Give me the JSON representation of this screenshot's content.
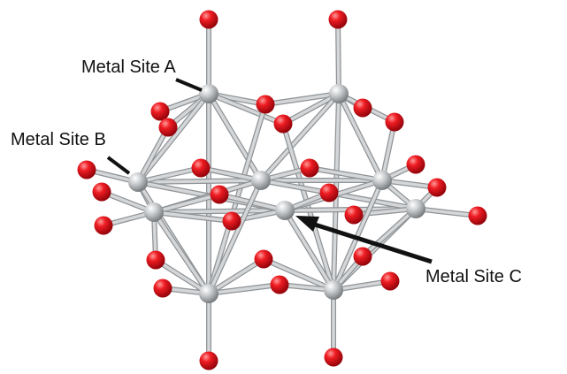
{
  "labels": {
    "site_a": "Metal Site A",
    "site_b": "Metal Site B",
    "site_c": "Metal Site C"
  },
  "colors": {
    "oxygen": "#e8101a",
    "metal": "#b9bcc0",
    "bond": "#d4d6d8",
    "arrow": "#111111"
  }
}
